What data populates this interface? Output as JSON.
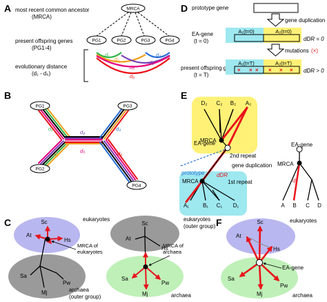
{
  "colors": {
    "red": "#e8141b",
    "green": "#32b44a",
    "orange": "#f0a020",
    "blue": "#2a6fd6",
    "magenta": "#e6007e",
    "purple": "#7b3fb5",
    "pink": "#f49ac1",
    "yellow_box": "#fff176",
    "cyan_box": "#9ee8f0",
    "lavender": "#b9b7ef",
    "grey_oval": "#9a9a9a",
    "green_oval": "#bff0b8",
    "black": "#000000"
  },
  "panel_a": {
    "label": "A",
    "mrca_line": "most recent common ancestor",
    "mrca_abbr": "(MRCA)",
    "offspring_line": "present offspring genes",
    "offspring_abbr": "(PG1-4)",
    "distance_line": "evolutionary distance",
    "distance_abbr": "(d₁ - d₆)",
    "root_node": "MRCA",
    "leaves": [
      "PG1",
      "PG2",
      "PG3",
      "PG4"
    ],
    "distances": [
      "d₁",
      "d₂",
      "d₃",
      "d₄",
      "d₅",
      "d₆"
    ]
  },
  "panel_b": {
    "label": "B",
    "leaves": [
      "PG1",
      "PG2",
      "PG3",
      "PG4"
    ],
    "distances": [
      "d₁",
      "d₂",
      "d₃",
      "d₄",
      "d₅",
      "d₆"
    ]
  },
  "panel_c": {
    "label": "C",
    "left_tree": {
      "group_top": "eukaryotes",
      "group_bottom": "archaea",
      "group_bottom_note": "(outer group)",
      "mrca_label": "MRCA of",
      "mrca_label_2": "eukaryotes",
      "taxa": [
        "Sc",
        "At",
        "Hs",
        "Sa",
        "Mj",
        "Pw"
      ]
    },
    "right_tree": {
      "group_top": "eukaryotes",
      "group_top_note": "(outer group)",
      "group_bottom": "archaea",
      "mrca_label": "MRCA of",
      "mrca_label_2": "archaea",
      "taxa": [
        "Sc",
        "At",
        "Hs",
        "Sa",
        "Mj",
        "Pw"
      ]
    }
  },
  "panel_d": {
    "label": "D",
    "prototype_label": "prototype gene",
    "gene_duplication": "gene duplication",
    "ea_gene": "EA-gene",
    "t0": "(t = 0)",
    "a1_t0": "A₁(t=0)",
    "a2_t0": "A₂(t=0)",
    "ddr_zero": "dDR = 0",
    "mutations": "mutations",
    "mutation_mark": "(×)",
    "present_offspring": "present offspring genes",
    "tT": "(t = T)",
    "a1_tT": "A₁(t=T)",
    "a2_tT": "A₂(t=T)",
    "ddr_pos": "dDR > 0",
    "cross": "×"
  },
  "panel_e": {
    "label": "E",
    "top_leaves": [
      "D₂",
      "C₂",
      "B₂",
      "A₂"
    ],
    "bottom_leaves": [
      "A₁",
      "B₁",
      "C₁",
      "D₁"
    ],
    "mrca": "MRCA",
    "second_repeat": "2nd repeat",
    "first_repeat": "1st repeat",
    "ea_gene": "EA-gene",
    "gene_duplication": "gene duplication",
    "prototype": "prototype",
    "ddr": "dDR",
    "right_tree": {
      "ea_gene": "EA-gene",
      "mrca": "MRCA",
      "d": "d",
      "leaves": [
        "A",
        "B",
        "C",
        "D"
      ]
    }
  },
  "panel_f": {
    "label": "F",
    "group_top": "eukaryotes",
    "group_bottom": "archaea",
    "ea_gene": "EA-gene",
    "taxa": [
      "Sc",
      "At",
      "Hs",
      "Sa",
      "Mj",
      "Pw"
    ]
  }
}
